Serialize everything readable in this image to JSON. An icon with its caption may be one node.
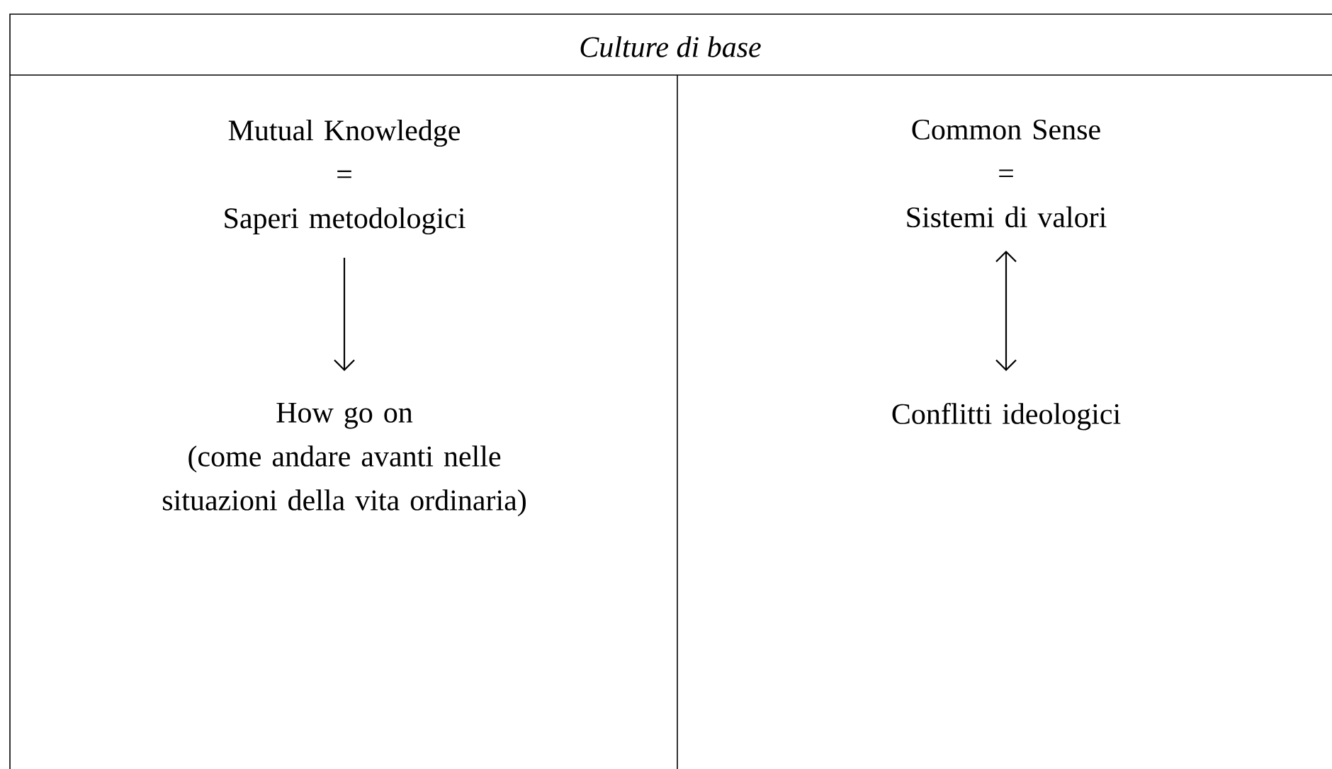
{
  "diagram": {
    "title": "Culture di base",
    "nodes": [
      {
        "text": [
          "Mutual Knowledge",
          "=",
          "Saperi metodologici"
        ]
      },
      {
        "text": [
          "How go on",
          "(come andare avanti nelle situazioni della vita ordinaria)"
        ]
      },
      {
        "text": [
          "Common Sense",
          "=",
          "Sistemi di valori"
        ]
      },
      {
        "text": [
          "Conflitti ideologici"
        ]
      }
    ],
    "edges": [
      {
        "from": 0,
        "to": 1,
        "arrow": "to"
      },
      {
        "from": 2,
        "to": 3,
        "arrow": "both"
      }
    ]
  }
}
